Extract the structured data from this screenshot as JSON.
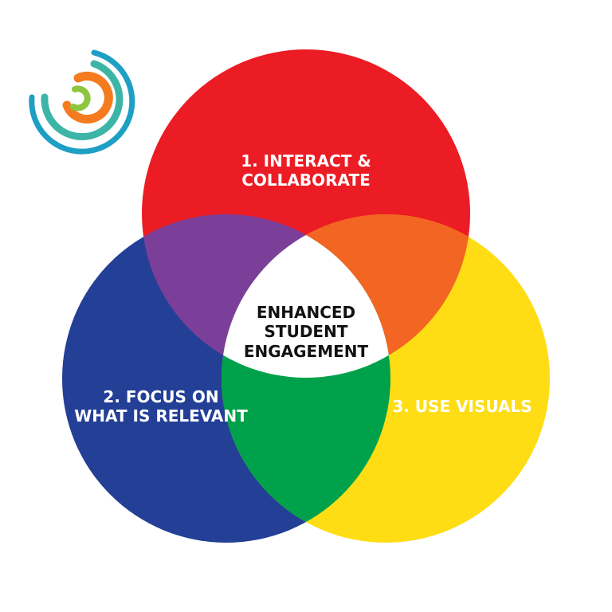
{
  "diagram": {
    "circle_top": {
      "label_lines": [
        "1. INTERACT &",
        "COLLABORATE"
      ],
      "color": "#ec1c24"
    },
    "circle_left": {
      "label_lines": [
        "2. FOCUS ON",
        "WHAT IS RELEVANT"
      ],
      "color": "#233f96"
    },
    "circle_right": {
      "label_lines": [
        "3. USE VISUALS"
      ],
      "color": "#fedd15"
    },
    "overlap_top_left_color": "#7b3f99",
    "overlap_top_right_color": "#f26522",
    "overlap_left_right_color": "#00a14b",
    "center": {
      "label_lines": [
        "ENHANCED",
        "STUDENT",
        "ENGAGEMENT"
      ],
      "color": "#ffffff"
    }
  },
  "logo": {
    "icon": "concentric-arcs-logo",
    "colors": [
      "#1e9fc4",
      "#3db5a6",
      "#f47b20",
      "#8dc63f"
    ]
  }
}
